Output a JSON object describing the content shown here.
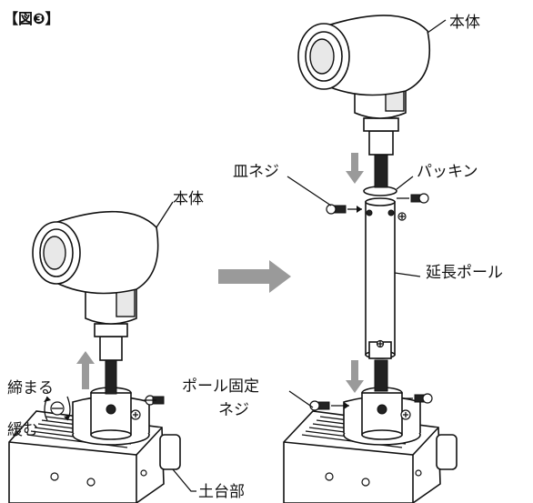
{
  "figure_label": "【図❸】",
  "labels": {
    "body_right": "本体",
    "body_left": "本体",
    "flat_screw": "皿ネジ",
    "packing": "パッキン",
    "extension_pole": "延長ポール",
    "tighten": "締まる",
    "loosen": "緩む",
    "pole_fix_screw_line1": "ポール固定",
    "pole_fix_screw_line2": "ネジ",
    "base": "土台部"
  },
  "colors": {
    "line": "#111111",
    "arrow_grey": "#9a9a9a",
    "shade": "#e8e8e8"
  }
}
